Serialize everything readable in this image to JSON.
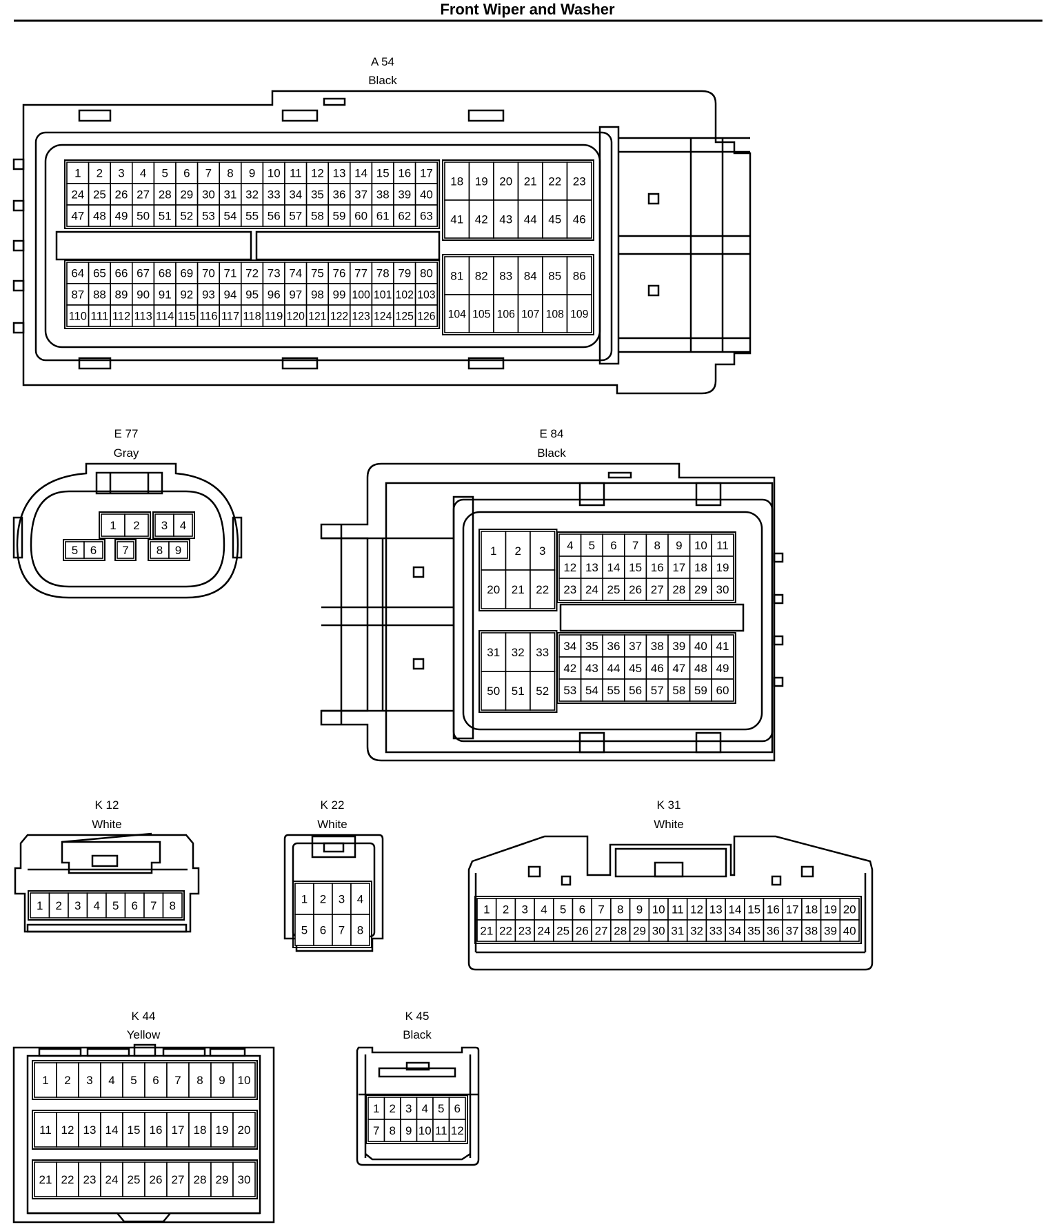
{
  "title": "Front Wiper and Washer",
  "connectors": {
    "A54": {
      "id": "A 54",
      "color": "Black",
      "blocks": [
        {
          "rows": [
            [
              "1",
              "2",
              "3",
              "4",
              "5",
              "6",
              "7",
              "8",
              "9",
              "10",
              "11",
              "12",
              "13",
              "14",
              "15",
              "16",
              "17"
            ],
            [
              "24",
              "25",
              "26",
              "27",
              "28",
              "29",
              "30",
              "31",
              "32",
              "33",
              "34",
              "35",
              "36",
              "37",
              "38",
              "39",
              "40"
            ],
            [
              "47",
              "48",
              "49",
              "50",
              "51",
              "52",
              "53",
              "54",
              "55",
              "56",
              "57",
              "58",
              "59",
              "60",
              "61",
              "62",
              "63"
            ]
          ]
        },
        {
          "rows": [
            [
              "18",
              "19",
              "20",
              "21",
              "22",
              "23"
            ],
            [
              "41",
              "42",
              "43",
              "44",
              "45",
              "46"
            ]
          ]
        },
        {
          "rows": [
            [
              "64",
              "65",
              "66",
              "67",
              "68",
              "69",
              "70",
              "71",
              "72",
              "73",
              "74",
              "75",
              "76",
              "77",
              "78",
              "79",
              "80"
            ],
            [
              "87",
              "88",
              "89",
              "90",
              "91",
              "92",
              "93",
              "94",
              "95",
              "96",
              "97",
              "98",
              "99",
              "100",
              "101",
              "102",
              "103"
            ],
            [
              "110",
              "111",
              "112",
              "113",
              "114",
              "115",
              "116",
              "117",
              "118",
              "119",
              "120",
              "121",
              "122",
              "123",
              "124",
              "125",
              "126"
            ]
          ]
        },
        {
          "rows": [
            [
              "81",
              "82",
              "83",
              "84",
              "85",
              "86"
            ],
            [
              "104",
              "105",
              "106",
              "107",
              "108",
              "109"
            ]
          ]
        }
      ]
    },
    "E77": {
      "id": "E 77",
      "color": "Gray",
      "blocks": [
        {
          "rows": [
            [
              "1",
              "2"
            ]
          ]
        },
        {
          "rows": [
            [
              "3",
              "4"
            ]
          ]
        },
        {
          "rows": [
            [
              "5",
              "6"
            ]
          ]
        },
        {
          "rows": [
            [
              "7"
            ]
          ]
        },
        {
          "rows": [
            [
              "8",
              "9"
            ]
          ]
        }
      ]
    },
    "E84": {
      "id": "E 84",
      "color": "Black",
      "blocks": [
        {
          "rows": [
            [
              "1",
              "2",
              "3"
            ],
            [
              "20",
              "21",
              "22"
            ]
          ]
        },
        {
          "rows": [
            [
              "4",
              "5",
              "6",
              "7",
              "8",
              "9",
              "10",
              "11"
            ],
            [
              "12",
              "13",
              "14",
              "15",
              "16",
              "17",
              "18",
              "19"
            ],
            [
              "23",
              "24",
              "25",
              "26",
              "27",
              "28",
              "29",
              "30"
            ]
          ]
        },
        {
          "rows": [
            [
              "31",
              "32",
              "33"
            ],
            [
              "50",
              "51",
              "52"
            ]
          ]
        },
        {
          "rows": [
            [
              "34",
              "35",
              "36",
              "37",
              "38",
              "39",
              "40",
              "41"
            ],
            [
              "42",
              "43",
              "44",
              "45",
              "46",
              "47",
              "48",
              "49"
            ],
            [
              "53",
              "54",
              "55",
              "56",
              "57",
              "58",
              "59",
              "60"
            ]
          ]
        }
      ]
    },
    "K12": {
      "id": "K 12",
      "color": "White",
      "blocks": [
        {
          "rows": [
            [
              "1",
              "2",
              "3",
              "4",
              "5",
              "6",
              "7",
              "8"
            ]
          ]
        }
      ]
    },
    "K22": {
      "id": "K 22",
      "color": "White",
      "blocks": [
        {
          "rows": [
            [
              "1",
              "2",
              "3",
              "4"
            ],
            [
              "5",
              "6",
              "7",
              "8"
            ]
          ]
        }
      ]
    },
    "K31": {
      "id": "K 31",
      "color": "White",
      "blocks": [
        {
          "rows": [
            [
              "1",
              "2",
              "3",
              "4",
              "5",
              "6",
              "7",
              "8",
              "9",
              "10",
              "11",
              "12",
              "13",
              "14",
              "15",
              "16",
              "17",
              "18",
              "19",
              "20"
            ],
            [
              "21",
              "22",
              "23",
              "24",
              "25",
              "26",
              "27",
              "28",
              "29",
              "30",
              "31",
              "32",
              "33",
              "34",
              "35",
              "36",
              "37",
              "38",
              "39",
              "40"
            ]
          ]
        }
      ]
    },
    "K44": {
      "id": "K 44",
      "color": "Yellow",
      "blocks": [
        {
          "rows": [
            [
              "1",
              "2",
              "3",
              "4",
              "5",
              "6",
              "7",
              "8",
              "9",
              "10"
            ]
          ]
        },
        {
          "rows": [
            [
              "11",
              "12",
              "13",
              "14",
              "15",
              "16",
              "17",
              "18",
              "19",
              "20"
            ]
          ]
        },
        {
          "rows": [
            [
              "21",
              "22",
              "23",
              "24",
              "25",
              "26",
              "27",
              "28",
              "29",
              "30"
            ]
          ]
        }
      ]
    },
    "K45": {
      "id": "K 45",
      "color": "Black",
      "blocks": [
        {
          "rows": [
            [
              "1",
              "2",
              "3",
              "4",
              "5",
              "6"
            ],
            [
              "7",
              "8",
              "9",
              "10",
              "11",
              "12"
            ]
          ]
        }
      ]
    }
  }
}
